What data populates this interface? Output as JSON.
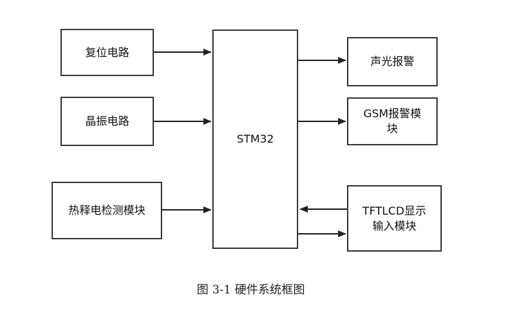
{
  "diagram": {
    "nodes": {
      "reset": "复位电路",
      "crystal": "晶振电路",
      "pir": "热释电检测模块",
      "mcu": "STM32",
      "alarm": "声光报警",
      "gsm_line1": "GSM报警模",
      "gsm_line2": "块",
      "lcd_line1": "TFTLCD显示",
      "lcd_line2": "输入模块"
    },
    "caption": "图 3-1  硬件系统框图"
  }
}
